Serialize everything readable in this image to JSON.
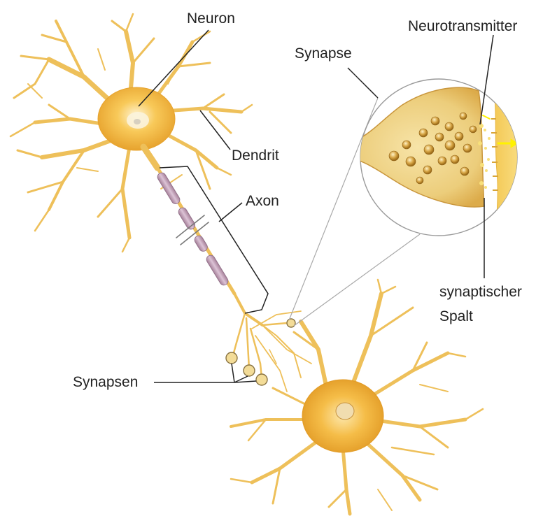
{
  "labels": {
    "neuron": "Neuron",
    "neurotransmitter": "Neurotransmitter",
    "synapse": "Synapse",
    "dendrit": "Dendrit",
    "axon": "Axon",
    "synaptischer": "synaptischer",
    "spalt": "Spalt",
    "synapsen": "Synapsen"
  },
  "colors": {
    "cell_light": "#fbe9b0",
    "cell_mid": "#f6c253",
    "cell_dark": "#e2a12c",
    "dendrite": "#eec05a",
    "myelin": "#c6a3bd",
    "myelin_dark": "#9e7d95",
    "vesicle": "#c8952f",
    "leader_line": "#222222",
    "zoom_outline": "#9a9a9a",
    "signal": "#fff200"
  }
}
